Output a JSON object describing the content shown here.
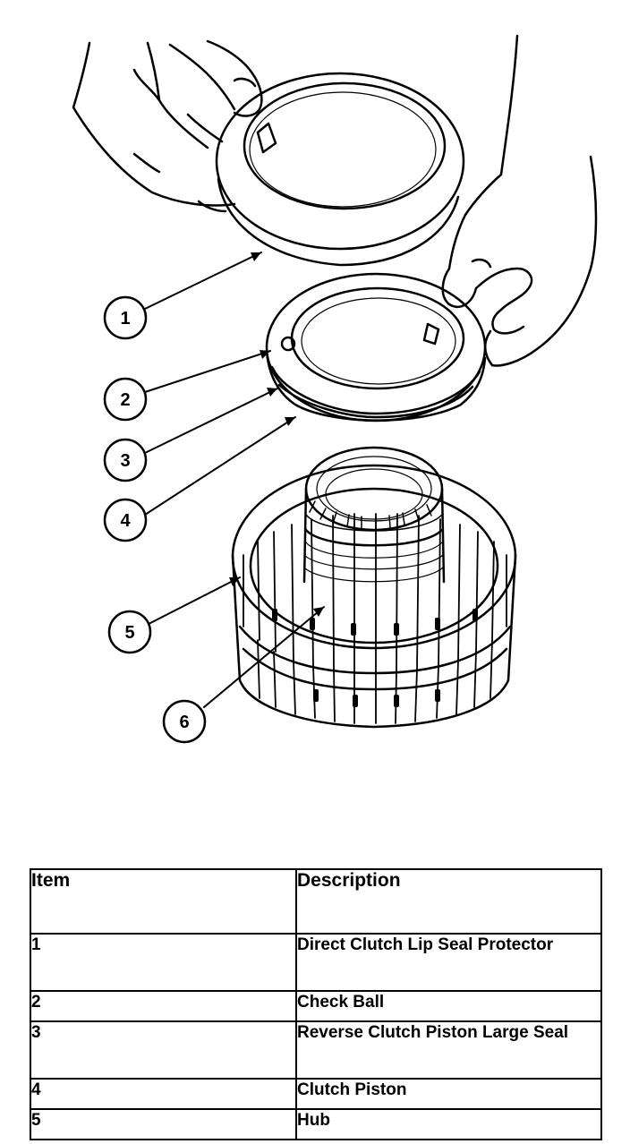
{
  "callouts": [
    "1",
    "2",
    "3",
    "4",
    "5",
    "6"
  ],
  "table": {
    "headers": {
      "item": "Item",
      "description": "Description"
    },
    "rows": [
      {
        "item": "1",
        "description": "Direct Clutch Lip Seal Protector"
      },
      {
        "item": "2",
        "description": "Check Ball"
      },
      {
        "item": "3",
        "description": "Reverse Clutch Piston Large Seal"
      },
      {
        "item": "4",
        "description": "Clutch Piston"
      },
      {
        "item": "5",
        "description": "Hub"
      }
    ]
  }
}
